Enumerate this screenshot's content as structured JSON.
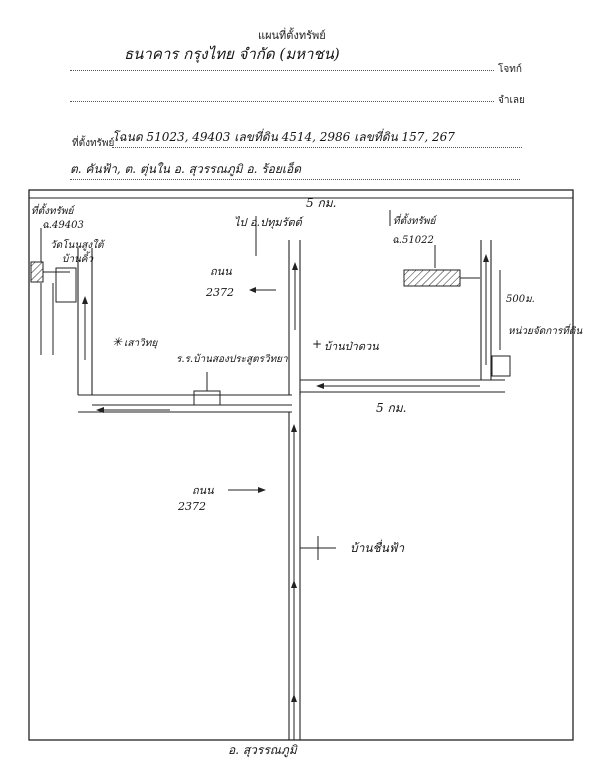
{
  "title": "แผนที่ตั้งทรัพย์",
  "header": {
    "plaintiff_handwritten": "ธนาคาร กรุงไทย จำกัด (มหาชน)",
    "plaintiff_label": "โจทก์",
    "defendant_label": "จำเลย",
    "location_label": "ที่ตั้งทรัพย์",
    "location_line1": "โฉนด 51023, 49403 เลขที่ดิน 4514, 2986 เลขที่ดิน 157, 267",
    "location_line2": "ต. คันฟ้า, ต. ตุ่นใน อ. สุวรรณภูมิ อ. ร้อยเอ็ด"
  },
  "map": {
    "top_road": "5 กม.",
    "left_property": "ที่ตั้งทรัพย์",
    "left_deed": "ฉ.49403",
    "temple": "วัดโนนสูงใต้",
    "village_left": "บ้านคิ้ว",
    "tower": "เสาวิทยุ",
    "road_dir": "ไป อ.ปทุมรัตต์",
    "road_east": "ถนน",
    "road_east_no": "2372",
    "school": "ร.ร.บ้านสองประสูตรวิทยา",
    "village_right": "บ้านป่าดวน",
    "right_property": "ที่ตั้งทรัพย์",
    "right_deed": "ฉ.51022",
    "distance_500": "500ม.",
    "office": "หน่วยจัดการที่ดิน",
    "mid_road": "5 กม.",
    "lower_road": "ถนน",
    "lower_road_no": "2372",
    "village_bottom": "บ้านชื่นฟ้า",
    "district_bottom": "อ. สุวรรณภูมิ"
  }
}
